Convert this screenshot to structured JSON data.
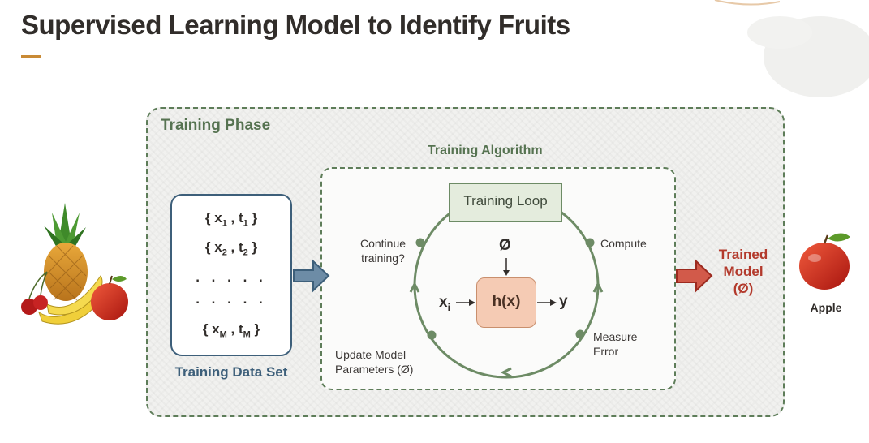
{
  "slide": {
    "title": "Supervised Learning Model to Identify Fruits"
  },
  "diagram": {
    "phase_label": "Training Phase",
    "algorithm_label": "Training Algorithm",
    "dataset": {
      "rows": [
        {
          "x": "x",
          "xi": "1",
          "t": "t",
          "ti": "1"
        },
        {
          "x": "x",
          "xi": "2",
          "t": "t",
          "ti": "2"
        },
        {
          "x": "x",
          "xi": "M",
          "t": "t",
          "ti": "M"
        }
      ],
      "dots": ". . . . .",
      "label": "Training Data Set"
    },
    "loop": {
      "label": "Training Loop",
      "function": "h(x)",
      "param_symbol": "Ø",
      "input_symbol": "x",
      "input_sub": "i",
      "output_symbol": "y",
      "steps": {
        "compute": "Compute",
        "measure_line1": "Measure",
        "measure_line2": "Error",
        "update_line1": "Update Model",
        "update_line2": "Parameters (Ø)",
        "continue_line1": "Continue",
        "continue_line2": "training?"
      }
    },
    "output": {
      "line1": "Trained",
      "line2": "Model",
      "line3": "(Ø)",
      "fruit_label": "Apple"
    }
  },
  "colors": {
    "green": "#5e7d59",
    "blue": "#3d5f7a",
    "red": "#b33a2c",
    "accent": "#c98a35"
  }
}
